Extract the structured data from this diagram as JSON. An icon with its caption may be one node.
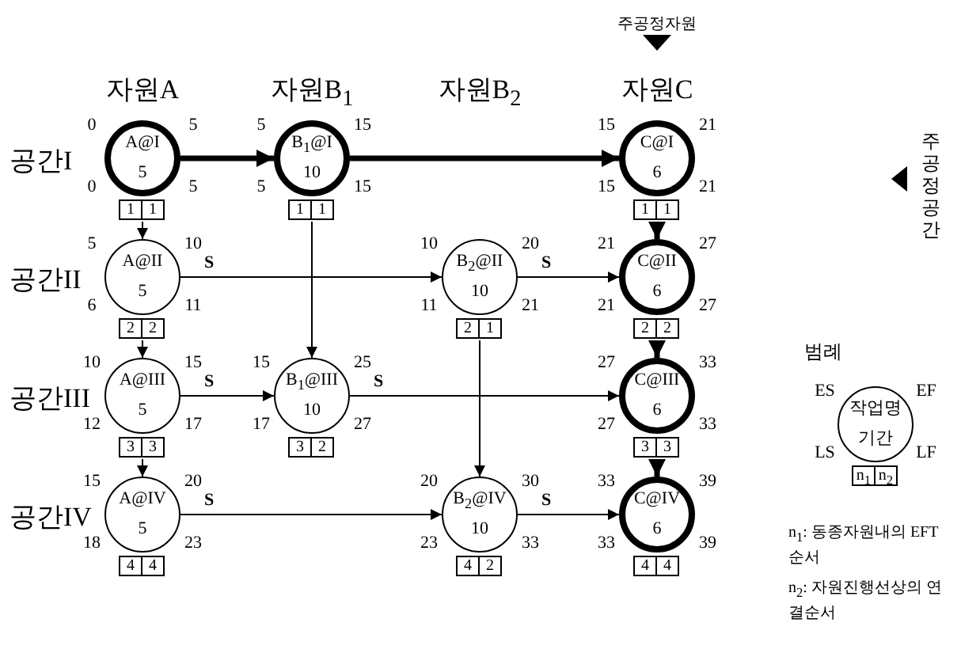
{
  "diagram": {
    "nodes": [
      {
        "text": [
          "A@I",
          "5"
        ],
        "beside": [
          "0",
          "5",
          "0",
          "5",
          "1",
          "1"
        ]
      },
      {
        "text": [
          "B$_{1}$@I",
          "10"
        ],
        "beside": [
          "5",
          "15",
          "5",
          "15",
          "1",
          "1"
        ]
      },
      {
        "text": [
          "C@I",
          "6"
        ],
        "beside": [
          "15",
          "21",
          "15",
          "21",
          "1",
          "1"
        ]
      },
      {
        "text": [
          "A@II",
          "5"
        ],
        "beside": [
          "5",
          "10",
          "6",
          "11",
          "2",
          "2"
        ]
      },
      {
        "text": [
          "B$_{2}$@II",
          "10"
        ],
        "beside": [
          "10",
          "20",
          "11",
          "21",
          "2",
          "1"
        ]
      },
      {
        "text": [
          "C@II",
          "6"
        ],
        "beside": [
          "21",
          "27",
          "21",
          "27",
          "2",
          "2"
        ]
      },
      {
        "text": [
          "A@III",
          "5"
        ],
        "beside": [
          "10",
          "15",
          "12",
          "17",
          "3",
          "3"
        ]
      },
      {
        "text": [
          "B$_{1}$@III",
          "10"
        ],
        "beside": [
          "15",
          "25",
          "17",
          "27",
          "3",
          "2"
        ]
      },
      {
        "text": [
          "C@III",
          "6"
        ],
        "beside": [
          "27",
          "33",
          "27",
          "33",
          "3",
          "3"
        ]
      },
      {
        "text": [
          "A@IV",
          "5"
        ],
        "beside": [
          "15",
          "20",
          "18",
          "23",
          "4",
          "4"
        ]
      },
      {
        "text": [
          "B$_{2}$@IV",
          "10"
        ],
        "beside": [
          "20",
          "30",
          "23",
          "33",
          "4",
          "2"
        ]
      },
      {
        "text": [
          "C@IV",
          "6"
        ],
        "beside": [
          "33",
          "39",
          "33",
          "39",
          "4",
          "4"
        ]
      },
      {
        "text": [
          "작업명",
          "기간"
        ],
        "beside": [
          "ES",
          "EF",
          "LS",
          "LF",
          "n$_{1}$",
          "n$_{2}$"
        ]
      }
    ],
    "edges": [
      {
        "from": 0,
        "to": 1,
        "arrow": "to",
        "style": "thick"
      },
      {
        "from": 1,
        "to": 2,
        "arrow": "to",
        "style": "thick"
      },
      {
        "from": 0,
        "to": 3,
        "arrow": "to"
      },
      {
        "from": 1,
        "to": 7,
        "arrow": "to"
      },
      {
        "from": 2,
        "to": 5,
        "arrow": "to",
        "style": "thick"
      },
      {
        "from": 3,
        "to": 4,
        "arrow": "to",
        "label": "S"
      },
      {
        "from": 4,
        "to": 5,
        "arrow": "to",
        "label": "S"
      },
      {
        "from": 3,
        "to": 6,
        "arrow": "to"
      },
      {
        "from": 4,
        "to": 10,
        "arrow": "to"
      },
      {
        "from": 5,
        "to": 8,
        "arrow": "to",
        "style": "thick"
      },
      {
        "from": 6,
        "to": 7,
        "arrow": "to",
        "label": "S"
      },
      {
        "from": 7,
        "to": 8,
        "arrow": "to",
        "label": "S"
      },
      {
        "from": 6,
        "to": 9,
        "arrow": "to"
      },
      {
        "from": 8,
        "to": 11,
        "arrow": "to",
        "style": "thick"
      },
      {
        "from": 9,
        "to": 10,
        "arrow": "to",
        "label": "S"
      },
      {
        "from": 10,
        "to": 11,
        "arrow": "to",
        "label": "S"
      }
    ],
    "labels": [
      "주공정자원",
      "자원A",
      "자원B$_{1}$",
      "자원B$_{2}$",
      "자원C",
      "공간I",
      "주공정공간",
      "공간II",
      "범례",
      "공간III",
      "공간IV",
      "n$_{1}$: 동종자원내의 EFT순서",
      "n$_{2}$: 자원진행선상의 연결순서"
    ]
  }
}
